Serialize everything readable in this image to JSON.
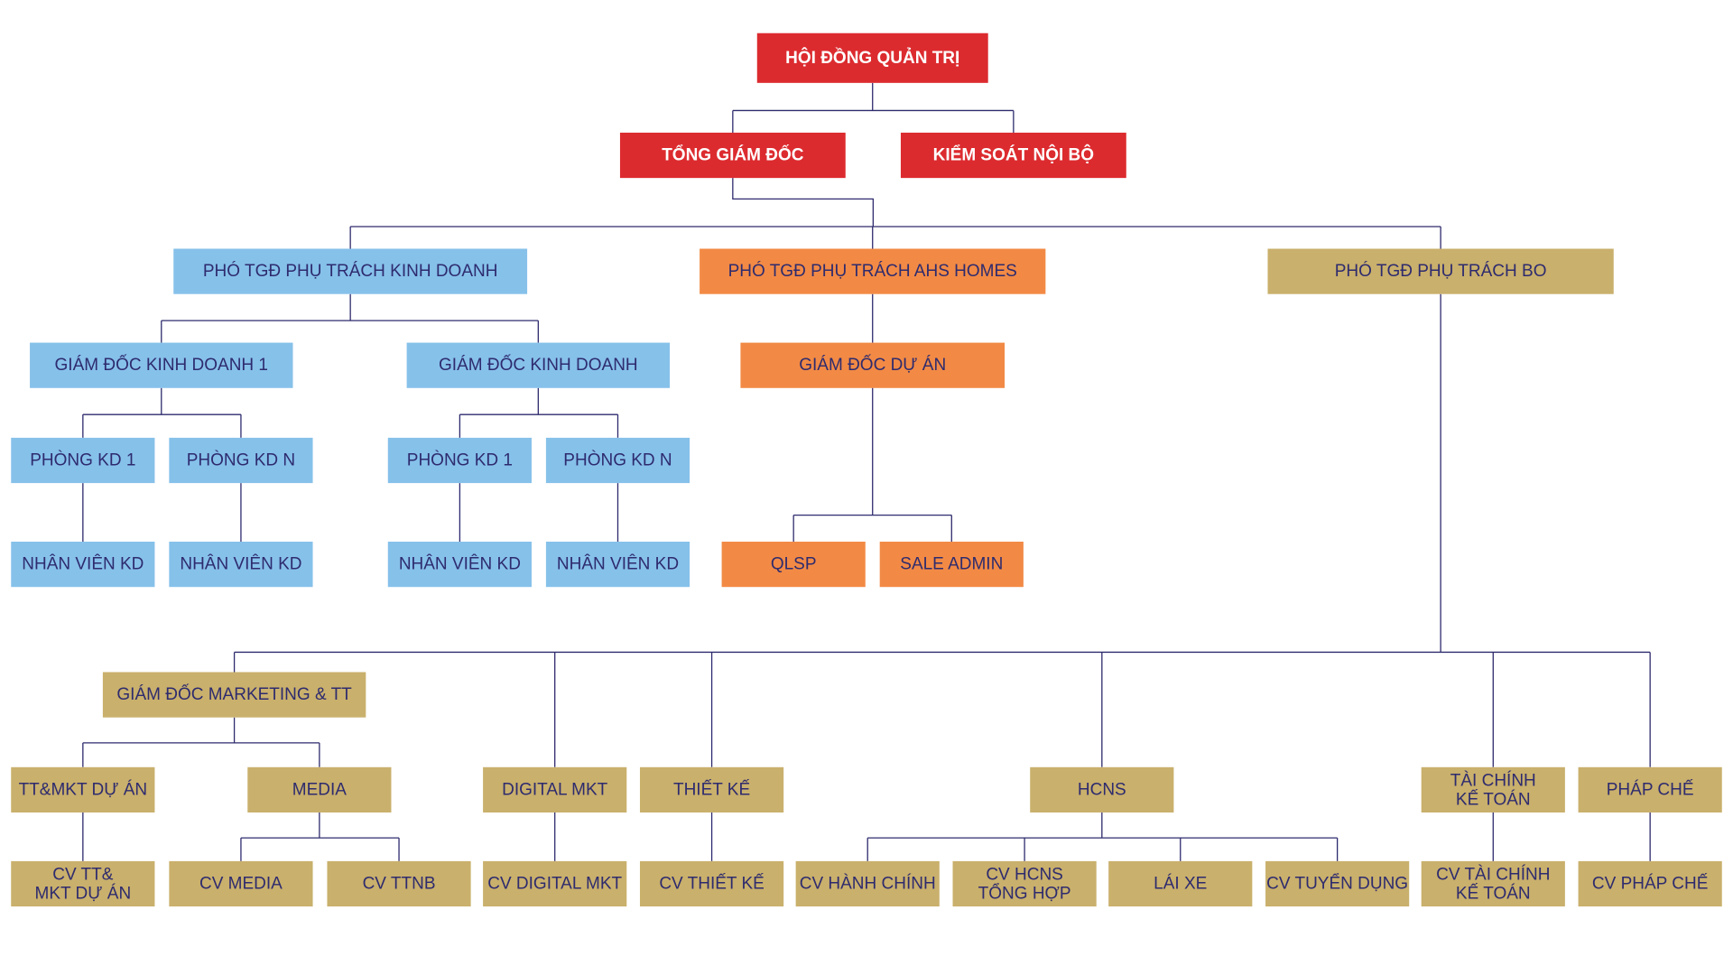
{
  "colors": {
    "red": "#dc2b2f",
    "blue": "#86c1ea",
    "orange": "#f28a45",
    "gold": "#c9b06c",
    "line": "#2e2b6e",
    "text_dark": "#2e2b6e",
    "text_light": "#ffffff"
  },
  "nodes": {
    "hdqt": {
      "label": "HỘI ĐỒNG QUẢN TRỊ",
      "color": "red"
    },
    "tgd": {
      "label": "TỔNG GIÁM ĐỐC",
      "color": "red"
    },
    "ksnb": {
      "label": "KIỂM SOÁT NỘI BỘ",
      "color": "red"
    },
    "pho_kd": {
      "label": "PHÓ TGĐ PHỤ TRÁCH KINH DOANH",
      "color": "blue"
    },
    "pho_ahs": {
      "label": "PHÓ TGĐ PHỤ TRÁCH AHS HOMES",
      "color": "orange"
    },
    "pho_bo": {
      "label": "PHÓ TGĐ PHỤ TRÁCH BO",
      "color": "gold"
    },
    "gdkd1": {
      "label": "GIÁM ĐỐC KINH DOANH 1",
      "color": "blue"
    },
    "gdkd": {
      "label": "GIÁM ĐỐC KINH DOANH",
      "color": "blue"
    },
    "gdda": {
      "label": "GIÁM ĐỐC DỰ ÁN",
      "color": "orange"
    },
    "pkd1_a": {
      "label": "PHÒNG KD 1",
      "color": "blue"
    },
    "pkdn_a": {
      "label": "PHÒNG KD N",
      "color": "blue"
    },
    "pkd1_b": {
      "label": "PHÒNG KD 1",
      "color": "blue"
    },
    "pkdn_b": {
      "label": "PHÒNG KD N",
      "color": "blue"
    },
    "nv1": {
      "label": "NHÂN VIÊN KD",
      "color": "blue"
    },
    "nv2": {
      "label": "NHÂN VIÊN KD",
      "color": "blue"
    },
    "nv3": {
      "label": "NHÂN VIÊN KD",
      "color": "blue"
    },
    "nv4": {
      "label": "NHÂN VIÊN KD",
      "color": "blue"
    },
    "qlsp": {
      "label": "QLSP",
      "color": "orange"
    },
    "saleadmin": {
      "label": "SALE ADMIN",
      "color": "orange"
    },
    "gdmkt": {
      "label": "GIÁM ĐỐC MARKETING & TT",
      "color": "gold"
    },
    "ttmkt": {
      "label": "TT&MKT DỰ ÁN",
      "color": "gold"
    },
    "media": {
      "label": "MEDIA",
      "color": "gold"
    },
    "digital": {
      "label": "DIGITAL MKT",
      "color": "gold"
    },
    "thietke": {
      "label": "THIẾT KẾ",
      "color": "gold"
    },
    "hcns": {
      "label": "HCNS",
      "color": "gold"
    },
    "taichinh": {
      "label": "TÀI CHÍNH\nKẾ TOÁN",
      "color": "gold"
    },
    "phapche": {
      "label": "PHÁP CHẾ",
      "color": "gold"
    },
    "cv_ttmkt": {
      "label": "CV TT&\nMKT DỰ ÁN",
      "color": "gold"
    },
    "cv_media": {
      "label": "CV MEDIA",
      "color": "gold"
    },
    "cv_ttnb": {
      "label": "CV TTNB",
      "color": "gold"
    },
    "cv_digital": {
      "label": "CV DIGITAL MKT",
      "color": "gold"
    },
    "cv_thietke": {
      "label": "CV THIẾT KẾ",
      "color": "gold"
    },
    "cv_hanhchinh": {
      "label": "CV HÀNH CHÍNH",
      "color": "gold"
    },
    "cv_hcns": {
      "label": "CV HCNS\nTỔNG HỢP",
      "color": "gold"
    },
    "laixe": {
      "label": "LÁI XE",
      "color": "gold"
    },
    "cv_tuyendung": {
      "label": "CV TUYỂN DỤNG",
      "color": "gold"
    },
    "cv_taichinh": {
      "label": "CV TÀI CHÍNH\nKẾ TOÁN",
      "color": "gold"
    },
    "cv_phapche": {
      "label": "CV PHÁP CHẾ",
      "color": "gold"
    }
  },
  "edges": [
    [
      "hdqt",
      [
        "tgd",
        "ksnb"
      ]
    ],
    [
      "tgd",
      [
        "pho_kd",
        "pho_ahs",
        "pho_bo"
      ]
    ],
    [
      "pho_kd",
      [
        "gdkd1",
        "gdkd"
      ]
    ],
    [
      "gdkd1",
      [
        "pkd1_a",
        "pkdn_a"
      ]
    ],
    [
      "gdkd",
      [
        "pkd1_b",
        "pkdn_b"
      ]
    ],
    [
      "pkd1_a",
      [
        "nv1"
      ]
    ],
    [
      "pkdn_a",
      [
        "nv2"
      ]
    ],
    [
      "pkd1_b",
      [
        "nv3"
      ]
    ],
    [
      "pkdn_b",
      [
        "nv4"
      ]
    ],
    [
      "pho_ahs",
      [
        "gdda"
      ]
    ],
    [
      "gdda",
      [
        "qlsp",
        "saleadmin"
      ]
    ],
    [
      "pho_bo",
      [
        "gdmkt",
        "digital",
        "thietke",
        "hcns",
        "taichinh",
        "phapche"
      ]
    ],
    [
      "gdmkt",
      [
        "ttmkt",
        "media"
      ]
    ],
    [
      "ttmkt",
      [
        "cv_ttmkt"
      ]
    ],
    [
      "media",
      [
        "cv_media",
        "cv_ttnb"
      ]
    ],
    [
      "digital",
      [
        "cv_digital"
      ]
    ],
    [
      "thietke",
      [
        "cv_thietke"
      ]
    ],
    [
      "hcns",
      [
        "cv_hanhchinh",
        "cv_hcns",
        "laixe",
        "cv_tuyendung"
      ]
    ],
    [
      "taichinh",
      [
        "cv_taichinh"
      ]
    ],
    [
      "phapche",
      [
        "cv_phapche"
      ]
    ]
  ]
}
